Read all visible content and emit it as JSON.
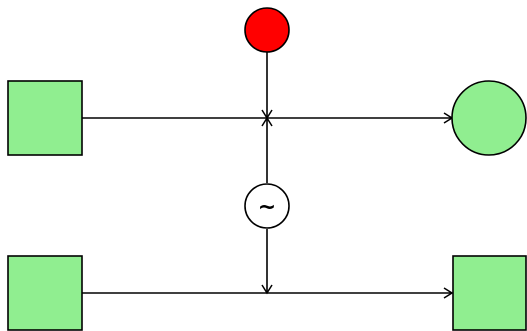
{
  "colors": {
    "species_fill": "#90ee90",
    "inhibitor_fill": "#ff0000",
    "process_fill": "#ffffff",
    "stroke": "#000000"
  },
  "nodes": {
    "source_top": {
      "shape": "square"
    },
    "source_bottom": {
      "shape": "square"
    },
    "target_top": {
      "shape": "circle"
    },
    "target_bottom": {
      "shape": "square"
    },
    "inhibitor": {
      "shape": "circle"
    },
    "process": {
      "shape": "circle",
      "label": "~"
    }
  },
  "edges": [
    {
      "from": "source_top",
      "to": "target_top",
      "arrow": "open"
    },
    {
      "from": "inhibitor",
      "to": "top-junction",
      "arrow": "open"
    },
    {
      "from": "process",
      "to": "top-junction",
      "arrow": "open"
    },
    {
      "from": "process",
      "to": "bottom-junction",
      "arrow": "open"
    },
    {
      "from": "source_bottom",
      "to": "target_bottom",
      "arrow": "open"
    }
  ]
}
